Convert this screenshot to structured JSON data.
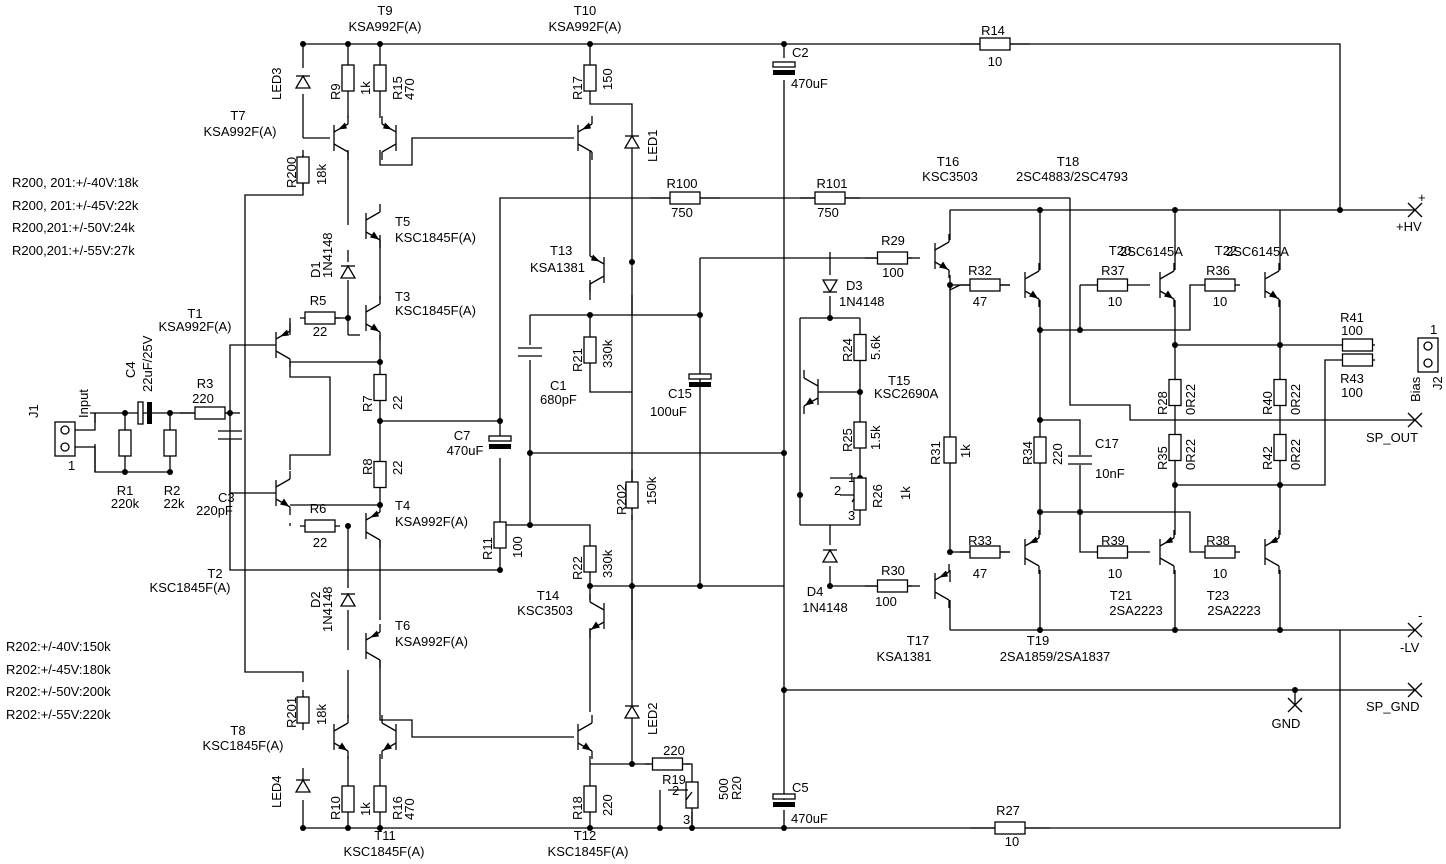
{
  "notes_top": [
    "R200, 201:+/-40V:18k",
    "R200, 201:+/-45V:22k",
    "R200,201:+/-50V:24k",
    "R200,201:+/-55V:27k"
  ],
  "notes_bottom": [
    "R202:+/-40V:150k",
    "R202:+/-45V:180k",
    "R202:+/-50V:200k",
    "R202:+/-55V:220k"
  ],
  "labels": {
    "T9_n": "T9",
    "T9_v": "KSA992F(A)",
    "T10_n": "T10",
    "T10_v": "KSA992F(A)",
    "R14_n": "R14",
    "R14_v": "10",
    "C2_n": "C2",
    "C2_v": "470uF",
    "LED3": "LED3",
    "LED1": "LED1",
    "LED2": "LED2",
    "LED4": "LED4",
    "R9_n": "R9",
    "R9_v": "1k",
    "R15_n": "R15",
    "R15_v": "470",
    "R17_n": "R17",
    "R17_v": "150",
    "T7_n": "T7",
    "T7_v": "KSA992F(A)",
    "R200_n": "R200",
    "R200_v": "18k",
    "T5_n": "T5",
    "T5_v": "KSC1845F(A)",
    "D1_n": "D1",
    "D1_v": "1N4148",
    "R100_n": "R100",
    "R100_v": "750",
    "R101_n": "R101",
    "R101_v": "750",
    "T16_n": "T16",
    "T16_v": "KSC3503",
    "T18_n": "T18",
    "T18_v": "2SC4883/2SC4793",
    "HV_p": "+",
    "HV": "+HV",
    "T13_n": "T13",
    "T13_v": "KSA1381",
    "R29_n": "R29",
    "R29_v": "100",
    "D3_n": "D3",
    "D3_v": "1N4148",
    "R32_n": "R32",
    "R32_v": "47",
    "T20_n": "T20",
    "T20_v": "2SC6145A",
    "T22_n": "T22",
    "T22_v": "2SC6145A",
    "R37_n": "R37",
    "R37_v": "10",
    "R36_n": "R36",
    "R36_v": "10",
    "T1_n": "T1",
    "T1_v": "KSA992F(A)",
    "R5_n": "R5",
    "R5_v": "22",
    "T3_n": "T3",
    "T3_v": "KSC1845F(A)",
    "R24_n": "R24",
    "R24_v": "5.6k",
    "R41_n": "R41",
    "R41_v": "100",
    "R43_n": "R43",
    "R43_v": "100",
    "J2": "J2",
    "Bias": "Bias",
    "J2_pin": "1",
    "C4_n": "C4",
    "C4_v": "22uF/25V",
    "R21_n": "R21",
    "R21_v": "330k",
    "C1_n": "C1",
    "C1_v": "680pF",
    "C15_n": "C15",
    "C15_v": "100uF",
    "T15_n": "T15",
    "T15_v": "KSC2690A",
    "R28_n": "R28",
    "R28_v": "0R22",
    "R40_n": "R40",
    "R40_v": "0R22",
    "J1": "J1",
    "Input": "Input",
    "J1_pin": "1",
    "R3_n": "R3",
    "R3_v": "220",
    "R7_n": "R7",
    "R7_v": "22",
    "C7_n": "C7",
    "C7_v": "470uF",
    "R25_n": "R25",
    "R25_v": "1.5k",
    "SP_OUT": "SP_OUT",
    "R31_n": "R31",
    "R31_v": "1k",
    "R34_n": "R34",
    "R34_v": "220",
    "C17_n": "C17",
    "C17_v": "10nF",
    "R35_n": "R35",
    "R35_v": "0R22",
    "R42_n": "R42",
    "R42_v": "0R22",
    "R1_n": "R1",
    "R1_v": "220k",
    "R2_n": "R2",
    "R2_v": "22k",
    "C3_n": "C3",
    "C3_v": "220pF",
    "R8_n": "R8",
    "R8_v": "22",
    "R202_n": "R202",
    "R202_v": "150k",
    "R26_n": "R26",
    "R26_v": "1k",
    "R26_p1": "1",
    "R26_p2": "2",
    "R26_p3": "3",
    "T4_n": "T4",
    "T4_v": "KSA992F(A)",
    "R6_n": "R6",
    "R6_v": "22",
    "R11_n": "R11",
    "R11_v": "100",
    "R22_n": "R22",
    "R22_v": "330k",
    "R33_n": "R33",
    "R33_v": "47",
    "R39_n": "R39",
    "R39_v": "10",
    "R38_n": "R38",
    "R38_v": "10",
    "T2_n": "T2",
    "T2_v": "KSC1845F(A)",
    "D4_n": "D4",
    "D4_v": "1N4148",
    "R30_n": "R30",
    "R30_v": "100",
    "T21_n": "T21",
    "T21_v": "2SA2223",
    "T23_n": "T23",
    "T23_v": "2SA2223",
    "D2_n": "D2",
    "D2_v": "1N4148",
    "T14_n": "T14",
    "T14_v": "KSC3503",
    "LV_m": "-",
    "LV": "-LV",
    "T6_n": "T6",
    "T6_v": "KSA992F(A)",
    "T17_n": "T17",
    "T17_v": "KSA1381",
    "T19_n": "T19",
    "T19_v": "2SA1859/2SA1837",
    "GND": "GND",
    "SP_GND": "SP_GND",
    "R201_n": "R201",
    "R201_v": "18k",
    "T8_n": "T8",
    "T8_v": "KSC1845F(A)",
    "R19_n": "R19",
    "R19_v": "220",
    "R20_n": "R20",
    "R20_v": "500",
    "R20_p2": "2",
    "R20_p3": "3",
    "R10_n": "R10",
    "R10_v": "1k",
    "R16_n": "R16",
    "R16_v": "470",
    "R18_n": "R18",
    "R18_v": "220",
    "C5_n": "C5",
    "C5_v": "470uF",
    "R27_n": "R27",
    "R27_v": "10",
    "T11_n": "T11",
    "T11_v": "KSC1845F(A)",
    "T12_n": "T12",
    "T12_v": "KSC1845F(A)"
  }
}
